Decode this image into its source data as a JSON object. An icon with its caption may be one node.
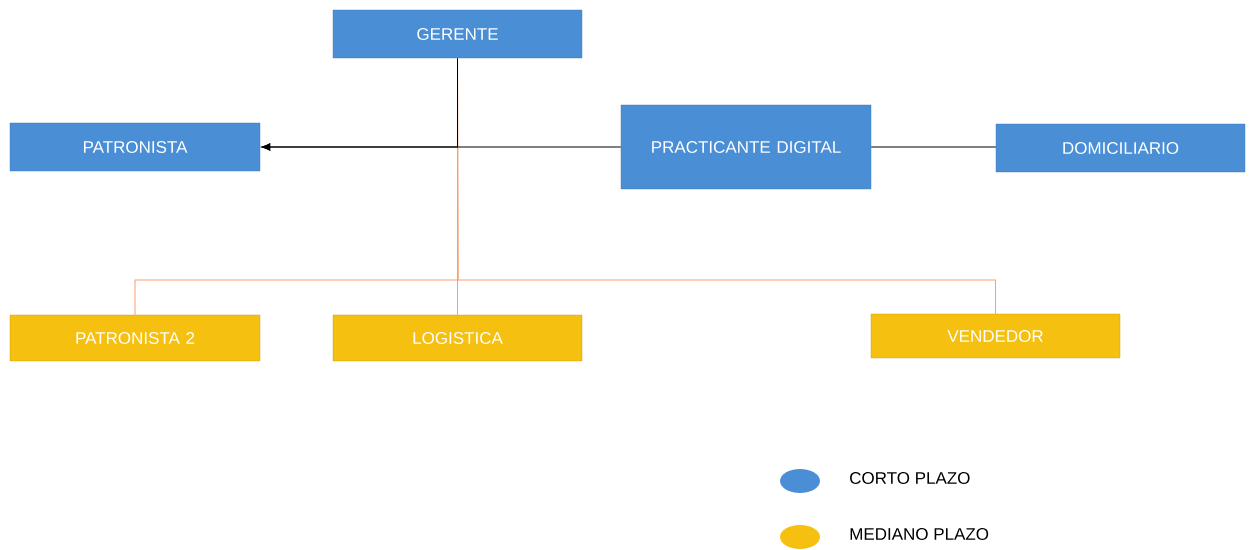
{
  "diagram": {
    "nodes": [
      {
        "text": [
          "GERENTE"
        ]
      },
      {
        "text": [
          "PATRONISTA"
        ]
      },
      {
        "text": [
          "PRACTICANTE DIGITAL"
        ]
      },
      {
        "text": [
          "DOMICILIARIO"
        ]
      },
      {
        "text": [
          "PATRONISTA 2"
        ]
      },
      {
        "text": [
          "LOGISTICA"
        ]
      },
      {
        "text": [
          "VENDEDOR"
        ]
      }
    ],
    "edges": [
      {
        "from": 0,
        "to": 1,
        "arrow": "to"
      },
      {
        "from": 2,
        "to": 1,
        "arrow": "to"
      },
      {
        "from": 3,
        "to": 2,
        "arrow": "none"
      },
      {
        "from": 0,
        "to": 4,
        "arrow": "none",
        "color": "#f4a070"
      },
      {
        "from": 0,
        "to": 5,
        "arrow": "none",
        "color": "#f4a070"
      },
      {
        "from": 0,
        "to": 6,
        "arrow": "none",
        "color": "#f4a070"
      }
    ],
    "legend": [
      {
        "text": "CORTO PLAZO",
        "color": "#4a8fd6"
      },
      {
        "text": "MEDIANO PLAZO",
        "color": "#f5c010"
      }
    ]
  }
}
